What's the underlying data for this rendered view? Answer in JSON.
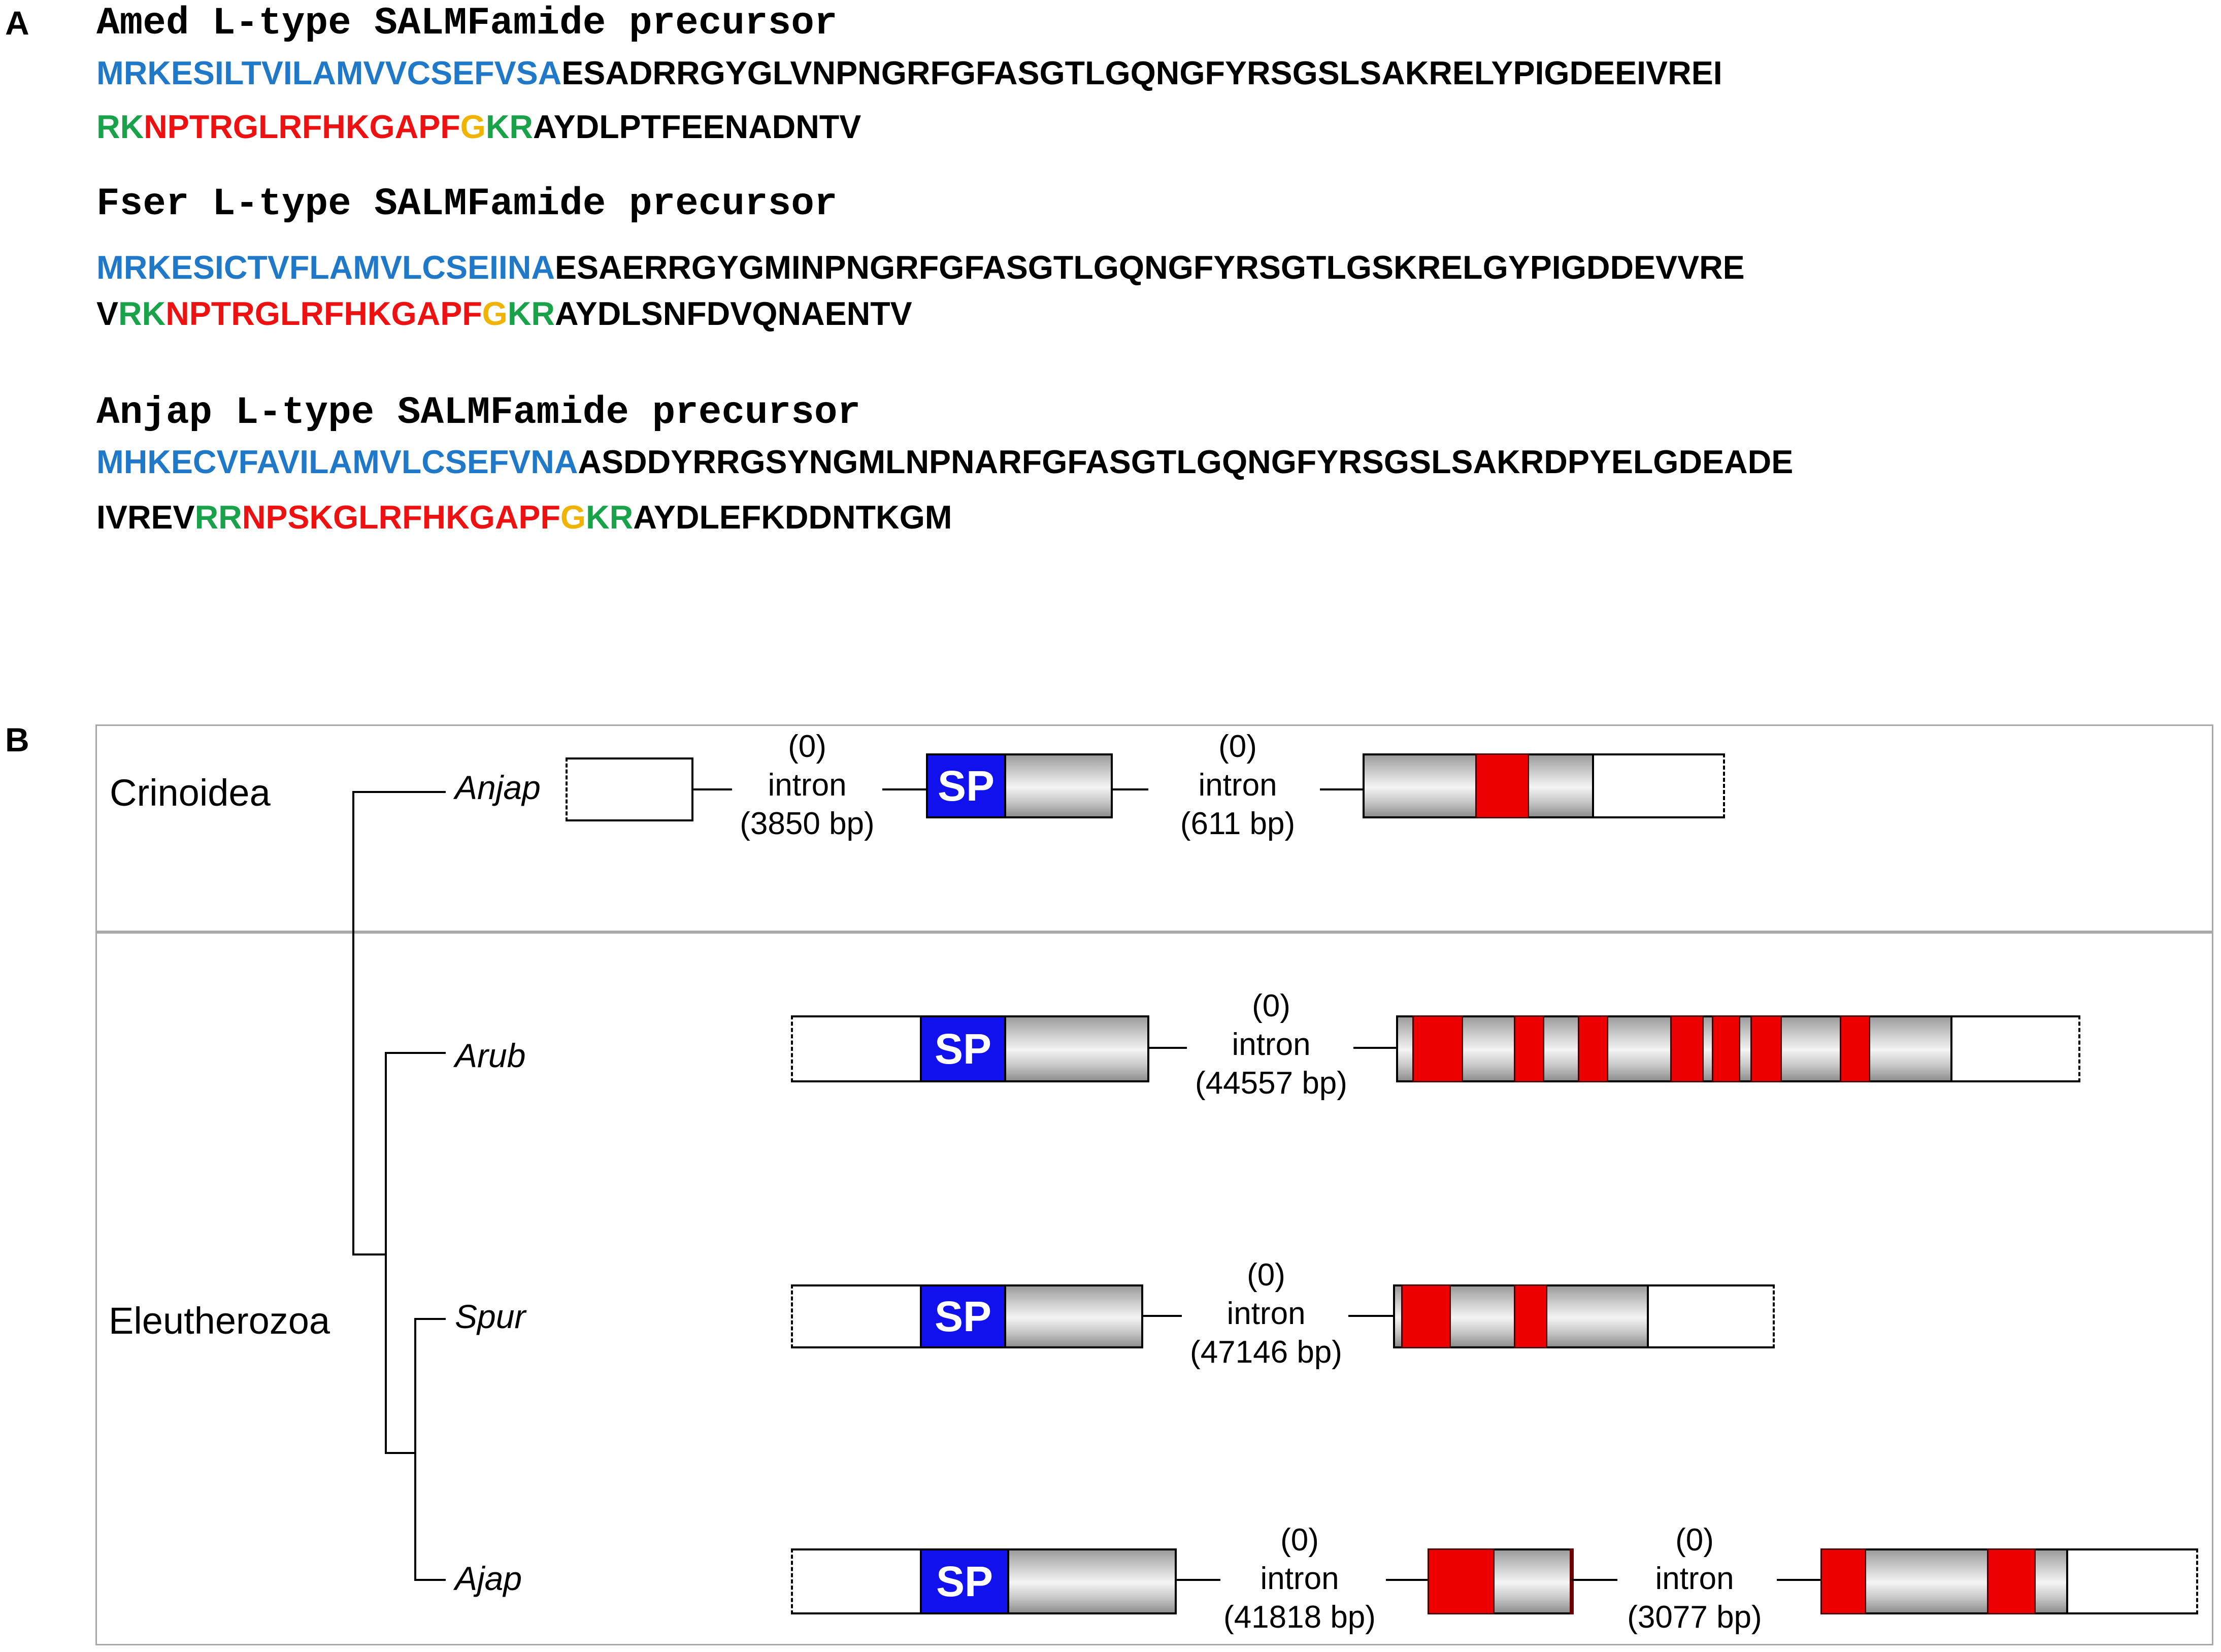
{
  "panel_a": {
    "letter": "A",
    "sequences": [
      {
        "title": "Amed L-type SALMFamide precursor",
        "lines": [
          [
            {
              "text": "MRKESILTVILAMVVCSEFVSA",
              "type": "signal"
            },
            {
              "text": "ESADRRGYGLVNPNGRFGFASGTLGQNGFYRSGSLSAKRELYPIGDEEIVREI",
              "type": "body"
            }
          ],
          [
            {
              "text": "RK",
              "type": "cleave"
            },
            {
              "text": "NPTRGLRFHKGAPF",
              "type": "peptide"
            },
            {
              "text": "G",
              "type": "amid"
            },
            {
              "text": "KR",
              "type": "cleave"
            },
            {
              "text": "AYDLPTFEENADNTV",
              "type": "body"
            }
          ]
        ]
      },
      {
        "title": "Fser L-type SALMFamide precursor",
        "lines": [
          [
            {
              "text": "MRKESICTVFLAMVLCSEIINA",
              "type": "signal"
            },
            {
              "text": "ESAERRGYGMINPNGRFGFASGTLGQNGFYRSGTLGSKRELGYPIGDDEVVRE",
              "type": "body"
            }
          ],
          [
            {
              "text": "V",
              "type": "body"
            },
            {
              "text": "RK",
              "type": "cleave"
            },
            {
              "text": "NPTRGLRFHKGAPF",
              "type": "peptide"
            },
            {
              "text": "G",
              "type": "amid"
            },
            {
              "text": "KR",
              "type": "cleave"
            },
            {
              "text": "AYDLSNFDVQNAENTV",
              "type": "body"
            }
          ]
        ]
      },
      {
        "title": "Anjap L-type SALMFamide precursor",
        "lines": [
          [
            {
              "text": "MHKECVFAVILAMVLCSEFVNA",
              "type": "signal"
            },
            {
              "text": "ASDDYRRGSYNGMLNPNARFGFASGTLGQNGFYRSGSLSAKRDPYELGDEADE",
              "type": "body"
            }
          ],
          [
            {
              "text": "IVREV",
              "type": "body"
            },
            {
              "text": "RR",
              "type": "cleave"
            },
            {
              "text": "NPSKGLRFHKGAPF",
              "type": "peptide"
            },
            {
              "text": "G",
              "type": "amid"
            },
            {
              "text": "KR",
              "type": "cleave"
            },
            {
              "text": "AYDLEFKDDNTKGM",
              "type": "body"
            }
          ]
        ]
      }
    ]
  },
  "panel_b": {
    "letter": "B",
    "groups": {
      "crinoidea": "Crinoidea",
      "eleutherozoa": "Eleutherozoa"
    },
    "species": {
      "anjap": "Anjap",
      "arub": "Arub",
      "spur": "Spur",
      "ajap": "Ajap"
    },
    "sp_label": "SP",
    "introns": {
      "anjap_1": {
        "phase": "(0)",
        "word": "intron",
        "length": "(3850 bp)"
      },
      "anjap_2": {
        "phase": "(0)",
        "word": "intron",
        "length": "(611 bp)"
      },
      "arub_1": {
        "phase": "(0)",
        "word": "intron",
        "length": "(44557 bp)"
      },
      "spur_1": {
        "phase": "(0)",
        "word": "intron",
        "length": "(47146 bp)"
      },
      "ajap_1": {
        "phase": "(0)",
        "word": "intron",
        "length": "(41818 bp)"
      },
      "ajap_2": {
        "phase": "(0)",
        "word": "intron",
        "length": "(3077 bp)"
      }
    },
    "colors": {
      "signal_peptide": "#1111ee",
      "neuropeptide": "#ee0000",
      "exon": "#c8c8c8"
    }
  }
}
